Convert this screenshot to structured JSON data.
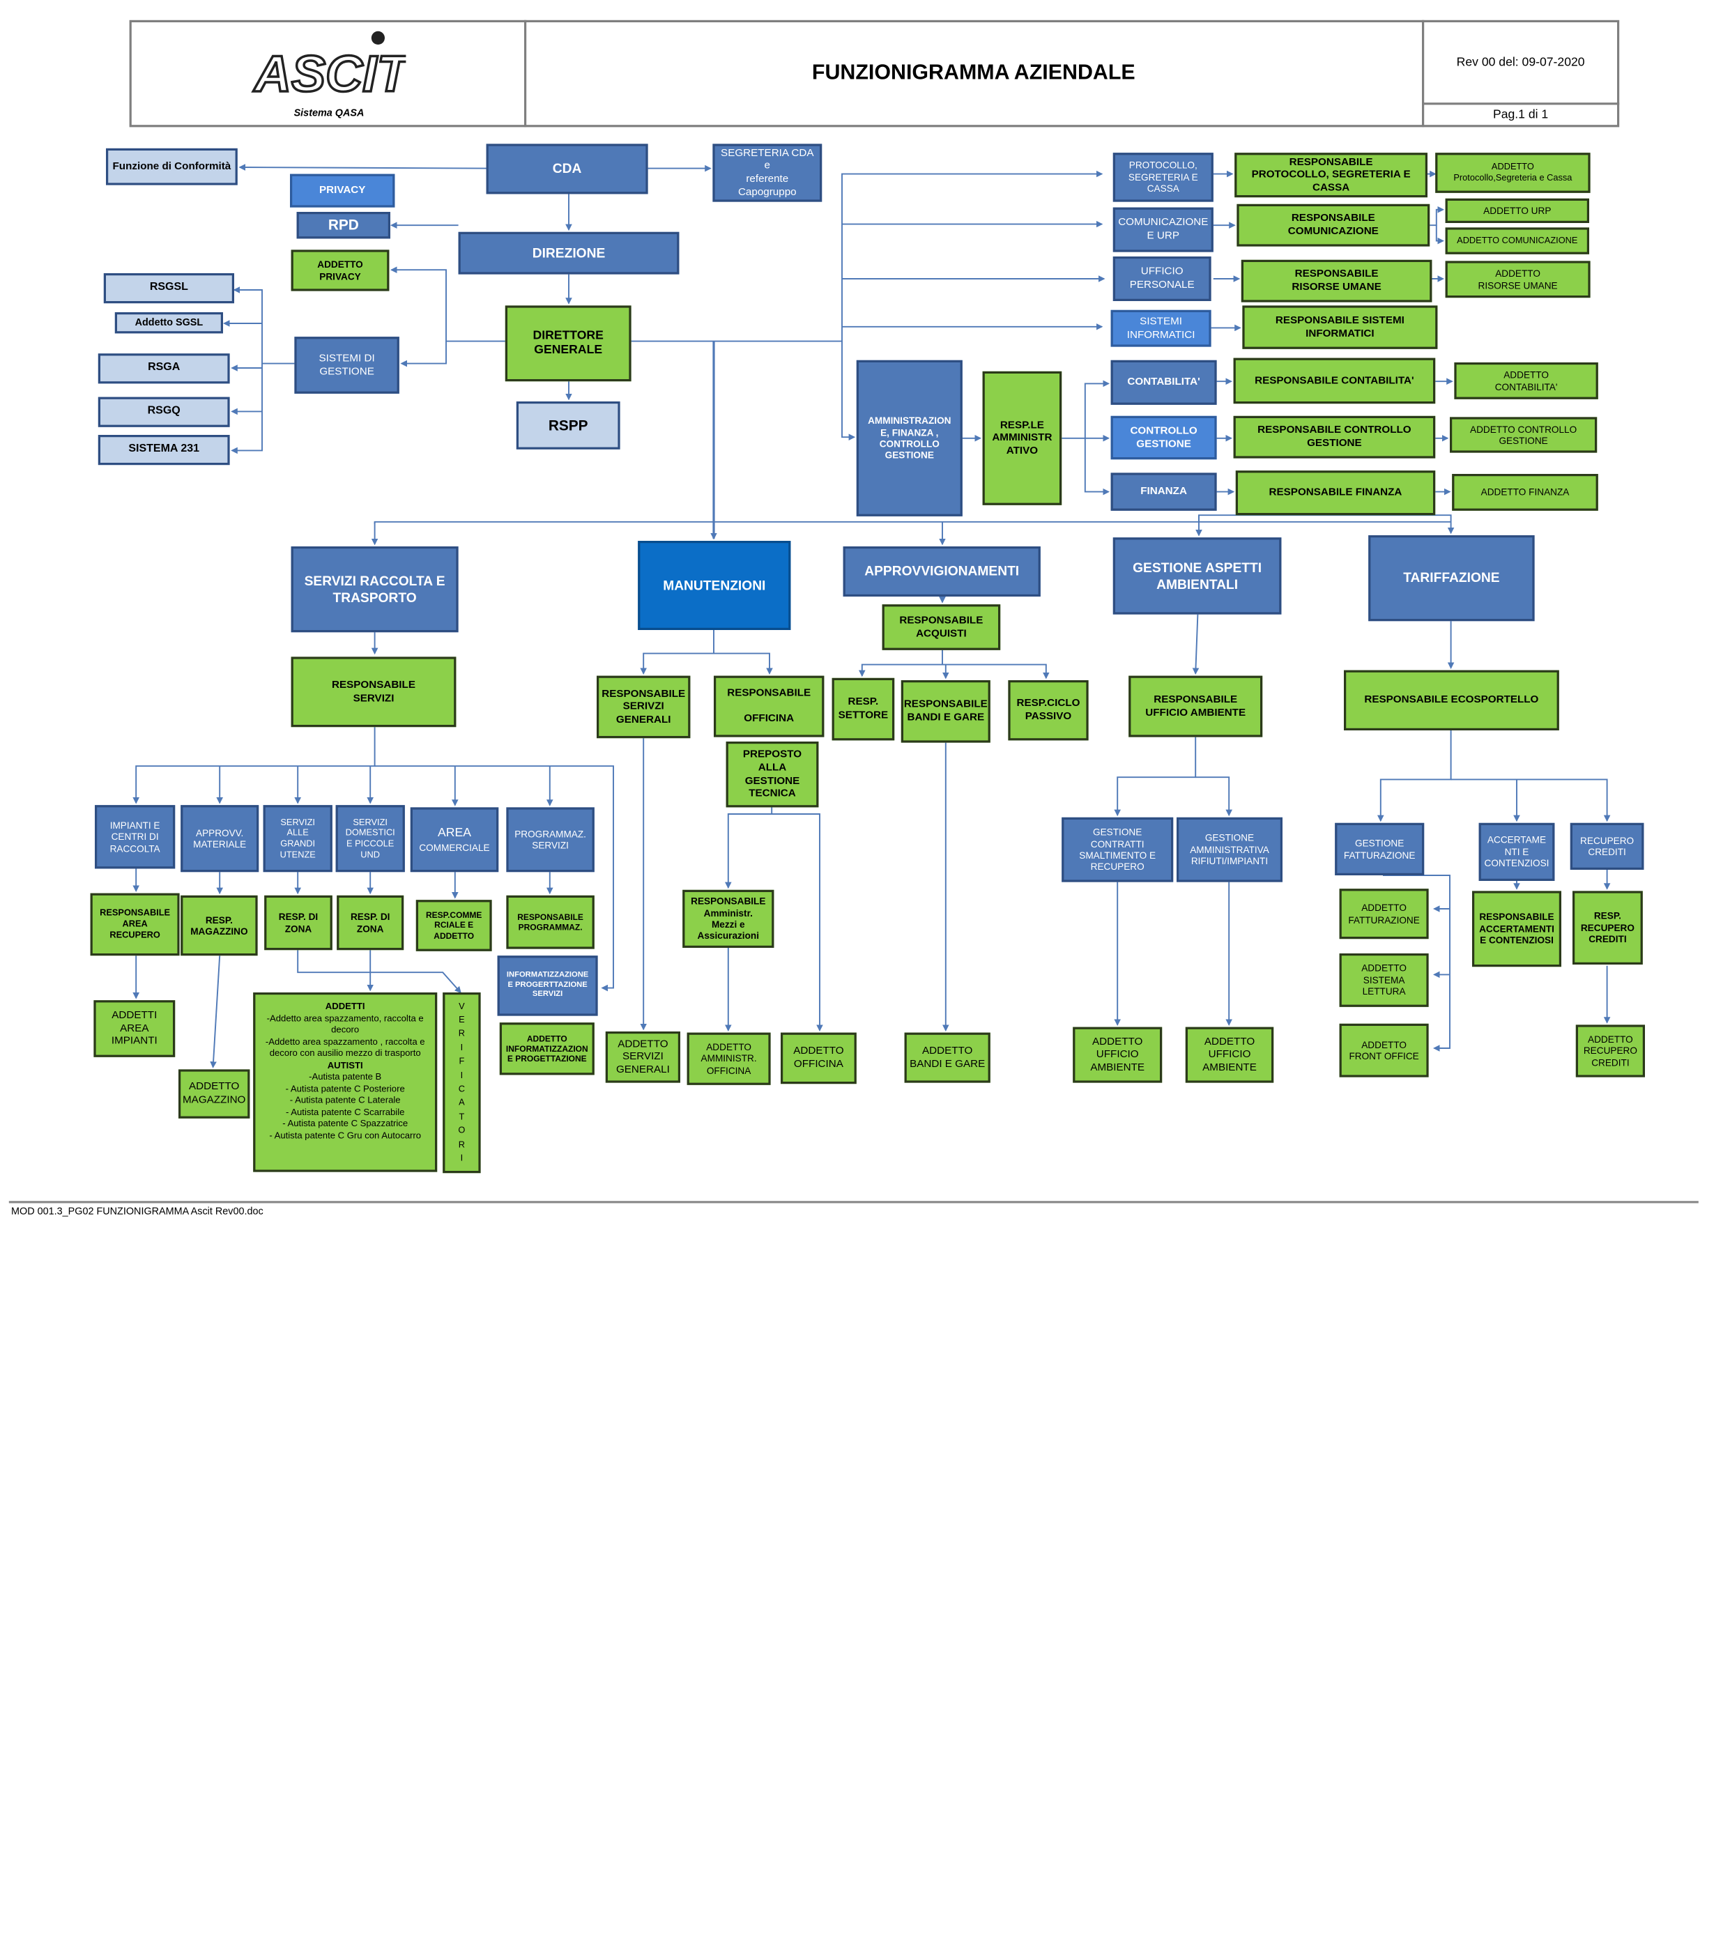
{
  "header": {
    "logo_text": "ASCIT",
    "system": "Sistema QASA",
    "title": "FUNZIONIGRAMMA AZIENDALE",
    "revision": "Rev 00 del: 09-07-2020",
    "page": "Pag.1 di 1"
  },
  "footer": "MOD 001.3_PG02 FUNZIONIGRAMMA Ascit Rev00.doc",
  "colors": {
    "unit_blue": "#4f79b7",
    "unit_bright": "#4a86d8",
    "manutenzioni": "#0b6ec7",
    "staff_light": "#c3d4ea",
    "role_green": "#8cd04a",
    "connector": "#4f79b7"
  },
  "nodes": {
    "conformita": "Funzione di Conformità",
    "cda": "CDA",
    "segreteria_cda": "SEGRETERIA CDA e\nreferente\nCapogruppo",
    "privacy": "PRIVACY",
    "rpd": "RPD",
    "direzione": "DIREZIONE",
    "addetto_privacy": "ADDETTO\nPRIVACY",
    "rsgsl": "RSGSL",
    "addetto_sgsl": "Addetto SGSL",
    "rsga": "RSGA",
    "rsgq": "RSGQ",
    "sistema231": "SISTEMA 231",
    "sistemi_gestione": "SISTEMI DI\nGESTIONE",
    "direttore_generale": "DIRETTORE\nGENERALE",
    "rspp": "RSPP",
    "protocollo": "PROTOCOLLO,\nSEGRETERIA E\nCASSA",
    "resp_protocollo": "RESPONSABILE\nPROTOCOLLO, SEGRETERIA E CASSA",
    "addetto_protocollo": "ADDETTO\nProtocollo,Segreteria e Cassa",
    "comunicazione": "COMUNICAZIONE\nE URP",
    "resp_comunicazione": "RESPONSABILE\nCOMUNICAZIONE",
    "addetto_urp": "ADDETTO URP",
    "addetto_comunicazione": "ADDETTO COMUNICAZIONE",
    "ufficio_personale": "UFFICIO\nPERSONALE",
    "resp_risorse_umane": "RESPONSABILE\nRISORSE UMANE",
    "addetto_risorse_umane": "ADDETTO\nRISORSE UMANE",
    "sistemi_informatici": "SISTEMI\nINFORMATICI",
    "resp_sistemi_informatici": "RESPONSABILE SISTEMI\nINFORMATICI",
    "amministrazione": "AMMINISTRAZION\nE, FINANZA ,\nCONTROLLO\nGESTIONE",
    "resp_amministrativo": "RESP.LE\nAMMINISTR\nATIVO",
    "contabilita": "CONTABILITA'",
    "resp_contabilita": "RESPONSABILE CONTABILITA'",
    "addetto_contabilita": "ADDETTO\nCONTABILITA'",
    "controllo_gestione": "CONTROLLO\nGESTIONE",
    "resp_controllo_gestione": "RESPONSABILE CONTROLLO\nGESTIONE",
    "addetto_controllo_gestione": "ADDETTO CONTROLLO\nGESTIONE",
    "finanza": "FINANZA",
    "resp_finanza": "RESPONSABILE FINANZA",
    "addetto_finanza": "ADDETTO FINANZA",
    "servizi_raccolta": "SERVIZI RACCOLTA E\nTRASPORTO",
    "manutenzioni": "MANUTENZIONI",
    "approvvigionamenti": "APPROVVIGIONAMENTI",
    "gestione_ambientali": "GESTIONE ASPETTI\nAMBIENTALI",
    "tariffazione": "TARIFFAZIONE",
    "resp_servizi": "RESPONSABILE\nSERVIZI",
    "resp_servizi_generali": "RESPONSABILE\nSERIVZI\nGENERALI",
    "resp_officina": "RESPONSABILE\n\nOFFICINA",
    "preposto": "PREPOSTO\nALLA GESTIONE\nTECNICA",
    "resp_acquisti": "RESPONSABILE\nACQUISTI",
    "resp_settore": "RESP.\nSETTORE",
    "resp_bandi": "RESPONSABILE\nBANDI E GARE",
    "resp_ciclo_passivo": "RESP.CICLO\nPASSIVO",
    "resp_ufficio_ambiente": "RESPONSABILE\nUFFICIO AMBIENTE",
    "resp_ecosportello": "RESPONSABILE ECOSPORTELLO",
    "impianti": "IMPIANTI E\nCENTRI DI\nRACCOLTA",
    "approvv_materiale": "APPROVV.\nMATERIALE",
    "servizi_grandi_utenze": "SERVIZI\nALLE\nGRANDI\nUTENZE",
    "servizi_domestici": "SERVIZI\nDOMESTICI\nE PICCOLE\nUND",
    "area_commerciale_title": "AREA",
    "area_commerciale_sub": "COMMERCIALE",
    "programmaz_servizi": "PROGRAMMAZ.\nSERVIZI",
    "resp_area_recupero": "RESPONSABILE\nAREA\nRECUPERO",
    "resp_magazzino": "RESP.\nMAGAZZINO",
    "resp_zona_1": "RESP. DI\nZONA",
    "resp_zona_2": "RESP. DI\nZONA",
    "resp_commerciale": "RESP.COMME\nRCIALE E\nADDETTO",
    "resp_programmaz": "RESPONSABILE\nPROGRAMMAZ.",
    "informatizzazione": "INFORMATIZZAZIONE\nE PROGERTTAZIONE\nSERVIZI",
    "addetto_informatizzazione": "ADDETTO\nINFORMATIZZAZION\nE PROGETTAZIONE",
    "addetti_area_impianti": "ADDETTI\nAREA\nIMPIANTI",
    "addetto_magazzino": "ADDETTO\nMAGAZZINO",
    "addetti_title": "ADDETTI",
    "addetti_lines": [
      "-Addetto area spazzamento, raccolta e",
      "decoro",
      "-Addetto area spazzamento , raccolta e",
      "decoro con ausilio mezzo di trasporto"
    ],
    "autisti_title": "AUTISTI",
    "autisti_lines": [
      "-Autista patente B",
      "- Autista patente C Posteriore",
      "- Autista patente C Laterale",
      "- Autista patente C Scarrabile",
      "- Autista patente C Spazzatrice",
      "- Autista patente C Gru con Autocarro"
    ],
    "verificatori": "V\nE\nR\nI\nF\nI\nC\nA\nT\nO\nR\nI",
    "addetto_servizi_generali": "ADDETTO\nSERVIZI\nGENERALI",
    "resp_amministr_mezzi": "RESPONSABILE\nAmministr.\nMezzi e\nAssicurazioni",
    "addetto_amministr_officina": "ADDETTO\nAMMINISTR.\nOFFICINA",
    "addetto_officina": "ADDETTO\nOFFICINA",
    "addetto_bandi": "ADDETTO\nBANDI E GARE",
    "gestione_contratti": "GESTIONE\nCONTRATTI\nSMALTIMENTO E\nRECUPERO",
    "gestione_amministrativa": "GESTIONE\nAMMINISTRATIVA\nRIFIUTI/IMPIANTI",
    "addetto_ufficio_ambiente_1": "ADDETTO\nUFFICIO\nAMBIENTE",
    "addetto_ufficio_ambiente_2": "ADDETTO\nUFFICIO\nAMBIENTE",
    "gestione_fatturazione": "GESTIONE\nFATTURAZIONE",
    "accertamenti": "ACCERTAME\nNTI E\nCONTENZIOSI",
    "recupero_crediti": "RECUPERO\nCREDITI",
    "addetto_fatturazione": "ADDETTO\nFATTURAZIONE",
    "addetto_sistema_lettura": "ADDETTO\nSISTEMA\nLETTURA",
    "addetto_front_office": "ADDETTO\nFRONT OFFICE",
    "resp_accertamenti": "RESPONSABILE\nACCERTAMENTI\nE CONTENZIOSI",
    "resp_recupero_crediti": "RESP.\nRECUPERO\nCREDITI",
    "addetto_recupero_crediti": "ADDETTO\nRECUPERO\nCREDITI"
  }
}
